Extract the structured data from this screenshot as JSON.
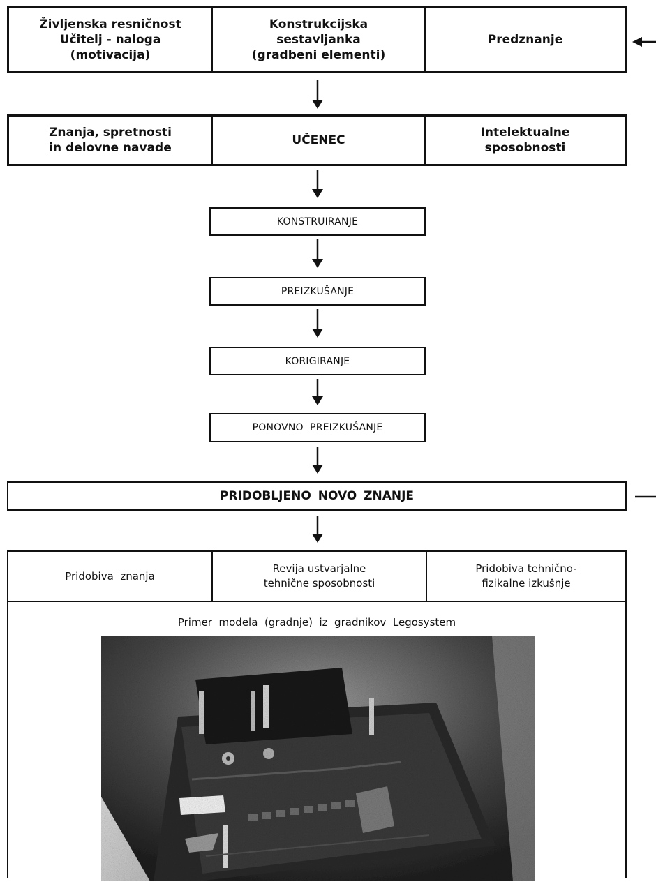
{
  "top_row": [
    "Življenska resničnost\nUčitelj - naloga\n(motivacija)",
    "Konstrukcijska\nsestavljanka\n(gradbeni elementi)",
    "Predznanje"
  ],
  "learner_row": [
    "Znanja, spretnosti\nin delovne navade",
    "UČENEC",
    "Intelektualne\nsposobnosti"
  ],
  "steps": [
    "KONSTRUIRANJE",
    "PREIZKUŠANJE",
    "KORIGIRANJE",
    "PONOVNO  PREIZKUŠANJE"
  ],
  "result": "PRIDOBLJENO NOVO ZNANJE",
  "outcome_row": [
    "Pridobiva  znanja",
    "Revija  ustvarjalne\ntehnične  sposobnosti",
    "Pridobiva  tehnično-\nfizikalne  izkušnje"
  ],
  "photo_caption": "Primer  modela  (gradnje)  iz  gradnikov  Legosystem",
  "colors": {
    "line": "#111111",
    "background": "#ffffff"
  }
}
